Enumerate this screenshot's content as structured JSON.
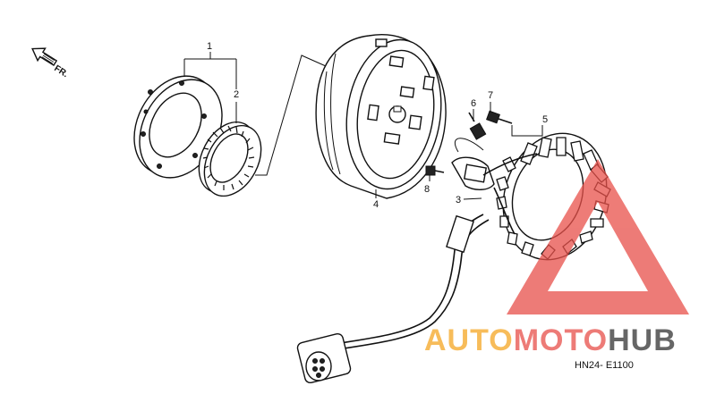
{
  "direction_label": "FR.",
  "diagram_code": "HN24- E1100",
  "callouts": [
    "1",
    "2",
    "3",
    "4",
    "5",
    "6",
    "7",
    "8"
  ],
  "watermark": {
    "text_part1": "AUTO",
    "text_part2": "MOTO",
    "text_part3": "HUB",
    "color_orange": "#f5a623",
    "color_red": "#e8504a",
    "color_gray": "#333333",
    "triangle_color": "#e8504a"
  }
}
